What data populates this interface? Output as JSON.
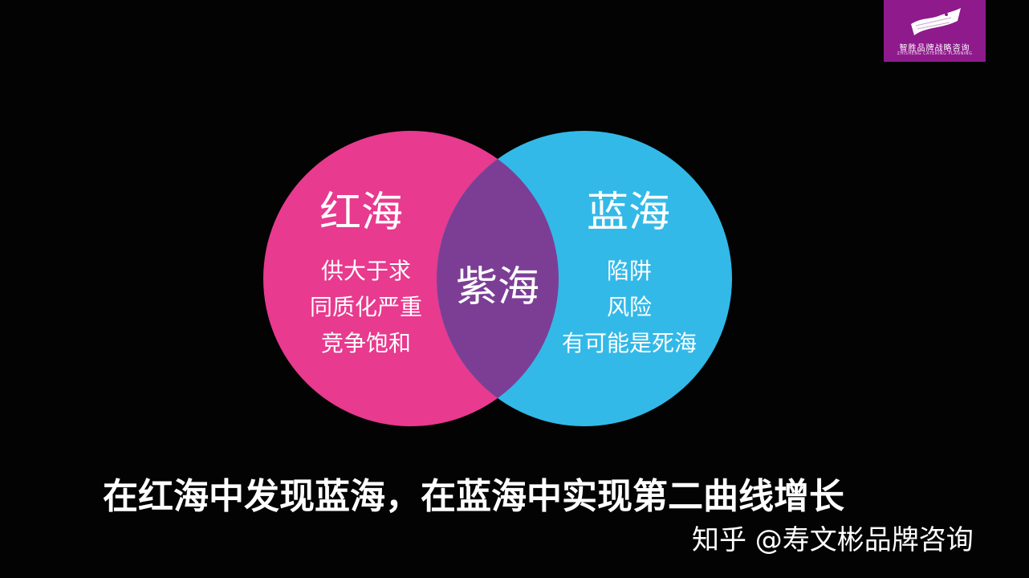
{
  "logo": {
    "name_cn": "智胜品牌战略咨询",
    "name_en": "ZHISHENG CATERING PLANNING",
    "icon": "flag-icon",
    "bg_color": "#8e1a8c"
  },
  "venn": {
    "left_circle": {
      "title": "红海",
      "color": "#e83a8e",
      "items": [
        "供大于求",
        "同质化严重",
        "竞争饱和"
      ]
    },
    "right_circle": {
      "title": "蓝海",
      "color": "#33b9e8",
      "items": [
        "陷阱",
        "风险",
        "有可能是死海"
      ]
    },
    "overlap": {
      "title": "紫海",
      "color": "#7c3e95"
    }
  },
  "headline": "在红海中发现蓝海，在蓝海中实现第二曲线增长",
  "watermark": "知乎 @寿文彬品牌咨询"
}
